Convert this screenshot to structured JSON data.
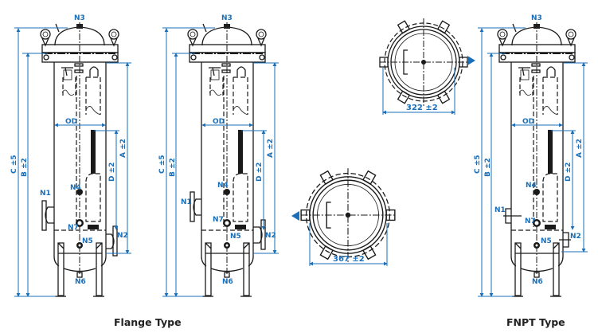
{
  "labels": {
    "N1": "N1",
    "N2": "N2",
    "N3": "N3",
    "N4": "N4",
    "N5": "N5",
    "N6": "N6",
    "N7": "N7",
    "OD": "OD",
    "A": "A ±2",
    "B": "B ±2",
    "C": "C ±5",
    "D": "D ±2"
  },
  "top_views": [
    {
      "dimension": "322 ±2"
    },
    {
      "dimension": "367 ±2"
    }
  ],
  "captions": {
    "flange": "Flange Type",
    "fnpt": "FNPT Type"
  },
  "colors": {
    "dimension": "#1a6fb8",
    "outline": "#1a1a1a"
  },
  "icons": [
    "arrow-right-icon",
    "arrow-left-icon"
  ]
}
